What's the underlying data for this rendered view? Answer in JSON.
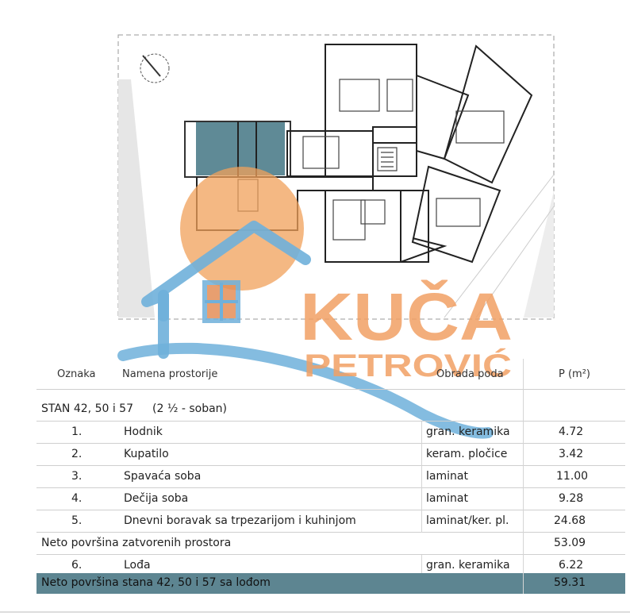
{
  "watermark": {
    "brand_top": "KUČA",
    "brand_bottom": "PETROVIĆ"
  },
  "table": {
    "headers": {
      "oznaka": "Oznaka",
      "namena": "Namena prostorije",
      "obrada": "Obrada poda",
      "povrsina": "P (m²)"
    },
    "apartment_title": "STAN 42, 50 i 57",
    "apartment_type": "(2 ½ - soban)",
    "rooms": [
      {
        "num": "1.",
        "name": "Hodnik",
        "floor": "gran. keramika",
        "area": "4.72"
      },
      {
        "num": "2.",
        "name": "Kupatilo",
        "floor": "keram. pločice",
        "area": "3.42"
      },
      {
        "num": "3.",
        "name": "Spavaća soba",
        "floor": "laminat",
        "area": "11.00"
      },
      {
        "num": "4.",
        "name": "Dečija soba",
        "floor": "laminat",
        "area": "9.28"
      },
      {
        "num": "5.",
        "name": "Dnevni boravak sa trpezarijom i kuhinjom",
        "floor": "laminat/ker. pl.",
        "area": "24.68"
      }
    ],
    "net_closed": {
      "label": "Neto površina zatvorenih prostora",
      "area": "53.09"
    },
    "loggia": {
      "num": "6.",
      "name": "Lođa",
      "floor": "gran. keramika",
      "area": "6.22"
    },
    "net_total": {
      "label": "Neto površina stana 42, 50 i 57 sa lođom",
      "area": "59.31"
    }
  }
}
